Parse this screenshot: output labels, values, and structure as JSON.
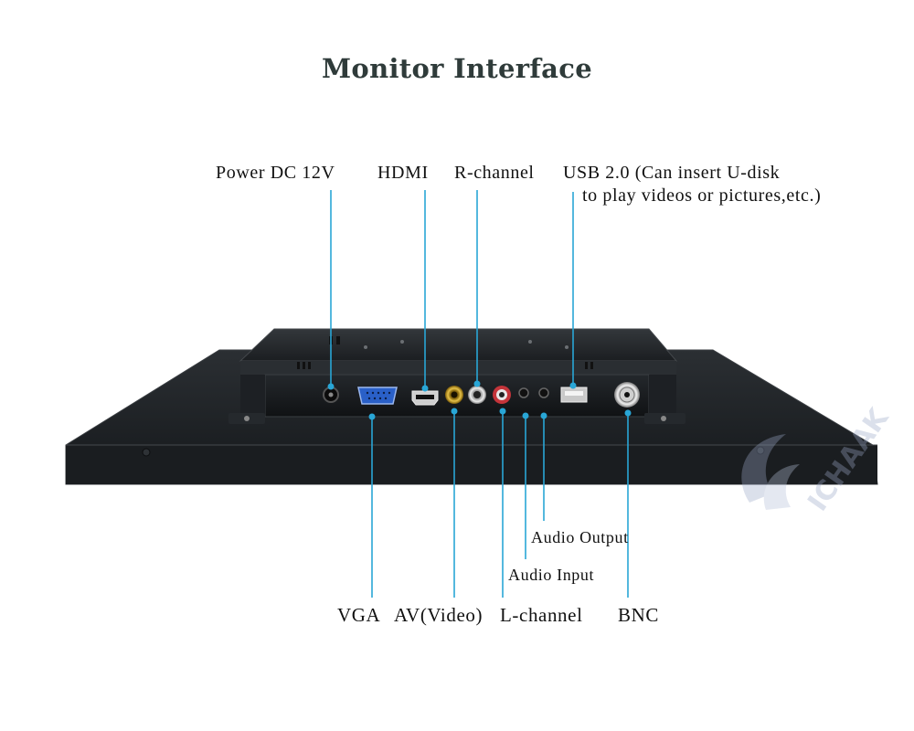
{
  "title": "Monitor Interface",
  "colors": {
    "leader": "#29a6d6",
    "chassis": "#1c1f22",
    "chassis_edge": "#3a3e42",
    "heading": "#2f3b3a"
  },
  "labels_top": {
    "power": "Power DC 12V",
    "hdmi": "HDMI",
    "r_channel": "R-channel",
    "usb_line1": "USB 2.0 (Can insert U-disk",
    "usb_line2": "to play videos or pictures,etc.)"
  },
  "labels_bottom": {
    "vga": "VGA",
    "av_video": "AV(Video)",
    "l_channel": "L-channel",
    "bnc": "BNC",
    "audio_input": "Audio Input",
    "audio_output": "Audio Output"
  },
  "watermark": {
    "brand": "ICHAAK"
  }
}
